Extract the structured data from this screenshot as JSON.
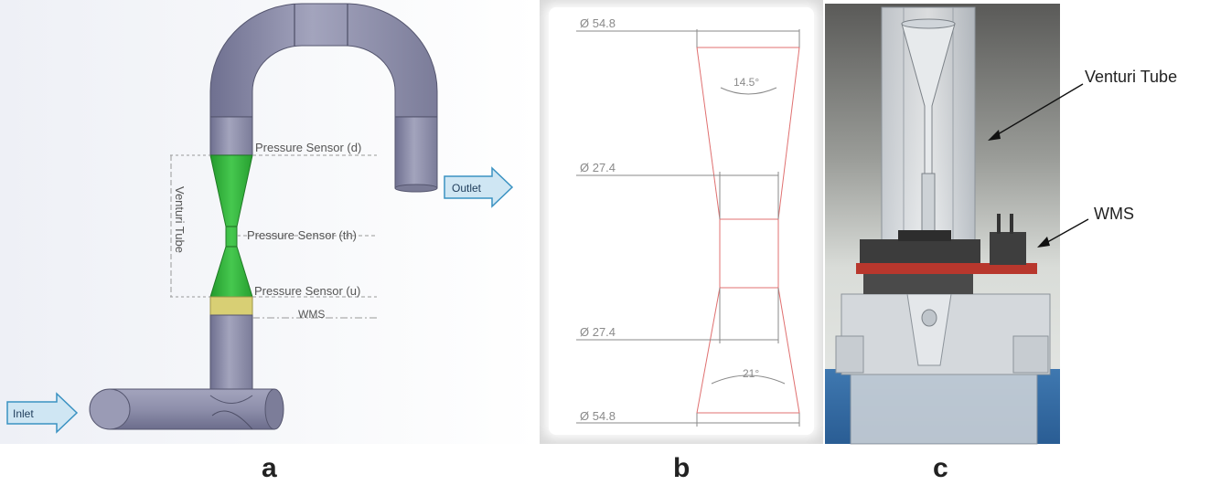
{
  "panels": {
    "a": {
      "letter": "a",
      "labels": {
        "pressure_d": "Pressure Sensor (d)",
        "pressure_th": "Pressure Sensor (th)",
        "pressure_u": "Pressure Sensor (u)",
        "wms": "WMS",
        "venturi_tube": "Venturi Tube",
        "outlet": "Outlet",
        "inlet": "Inlet"
      }
    },
    "b": {
      "letter": "b",
      "dimensions": {
        "d_top": "Ø 54.8",
        "angle_top": "14.5°",
        "d_throat_top": "Ø 27.4",
        "d_throat_bottom": "Ø 27.4",
        "angle_bottom": "21°",
        "d_bottom": "Ø 54.8"
      }
    },
    "c": {
      "letter": "c",
      "labels": {
        "venturi_tube": "Venturi Tube",
        "wms": "WMS"
      }
    }
  },
  "colors": {
    "pipe": "#8d8ea9",
    "venturi": "#34b53c",
    "wms_ring": "#d6cc6e",
    "arrow_fill": "#cfe6f3",
    "arrow_stroke": "#3a92c2",
    "drawing_red": "#e07070",
    "dim_gray": "#8a8a8a"
  }
}
